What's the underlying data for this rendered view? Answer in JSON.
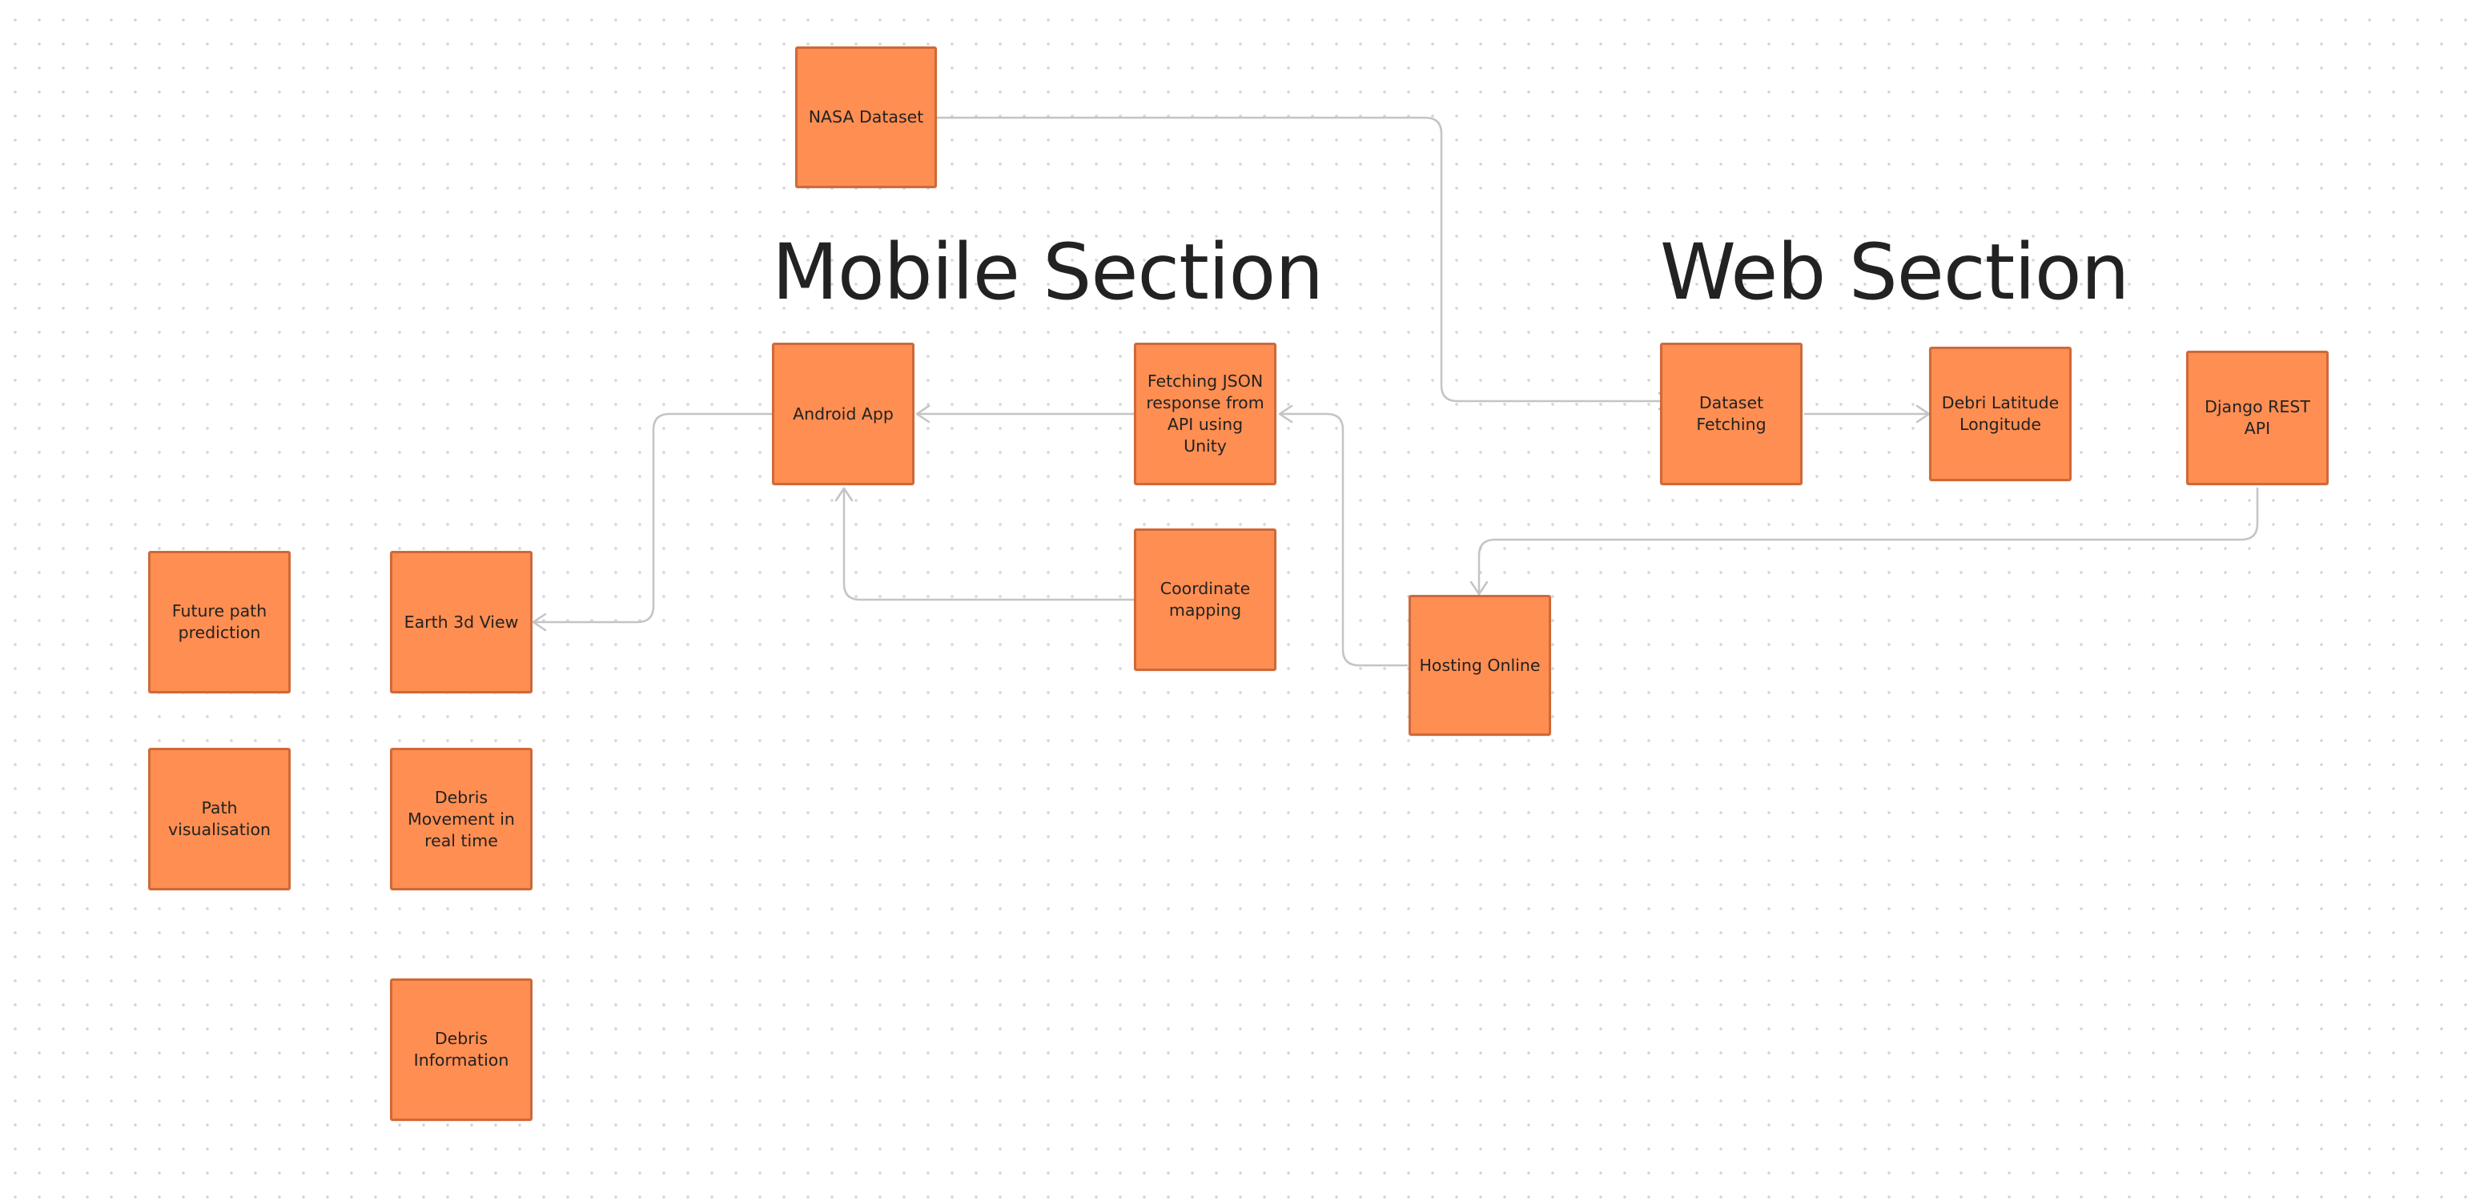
{
  "canvas": {
    "background": "#ffffff",
    "dot_color": "#d4d4d4"
  },
  "colors": {
    "sticky_fill": "#fe8e52",
    "sticky_border": "#cf6938",
    "connector": "#c4c4c4",
    "text": "#222222"
  },
  "sections": {
    "mobile": "Mobile Section",
    "web": "Web Section"
  },
  "stickies": {
    "nasa_dataset": "NASA Dataset",
    "android_app": "Android App",
    "fetching_json": "Fetching JSON\nresponse from\nAPI using Unity",
    "coordinate_mapping": "Coordinate\nmapping",
    "dataset_fetching": "Dataset\nFetching",
    "debri_latitude_longitude": "Debri Latitude\nLongitude",
    "django_rest_api": "Django REST\nAPI",
    "hosting_online": "Hosting Online",
    "future_path_prediction": "Future path\nprediction",
    "earth_3d_view": "Earth 3d View",
    "path_visualisation": "Path\nvisualisation",
    "debris_movement": "Debris\nMovement in\nreal time",
    "debris_information": "Debris\nInformation"
  },
  "connectors": [
    {
      "from": "NASA Dataset",
      "to": "Dataset Fetching"
    },
    {
      "from": "Dataset Fetching",
      "to": "Debri Latitude Longitude"
    },
    {
      "from": "Django REST API",
      "to": "Hosting Online"
    },
    {
      "from": "Hosting Online",
      "to": "Fetching JSON response from API using Unity"
    },
    {
      "from": "Fetching JSON response from API using Unity",
      "to": "Android App"
    },
    {
      "from": "Coordinate mapping",
      "to": "Android App"
    },
    {
      "from": "Android App",
      "to": "Earth 3d View"
    }
  ]
}
